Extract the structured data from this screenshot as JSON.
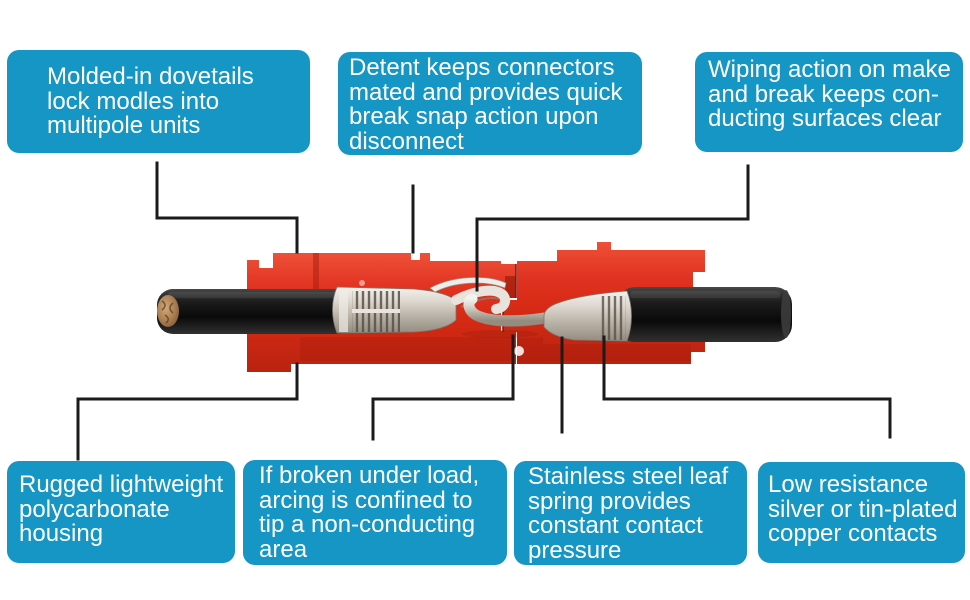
{
  "figure": {
    "alt": "Cutaway cross-section of two mated red connector housings with black cables, crimped silver contacts and interlocking leaf-spring blades"
  },
  "colors": {
    "callout_bg": "#1596c4",
    "callout_text": "#ffffff",
    "housing_red": "#dd2e17",
    "housing_red_dark": "#a51c0b",
    "cable_black": "#0d0d0d",
    "contact_silver": "#ddd8d0",
    "copper": "#a87c50",
    "leader_line": "#1b1b1b",
    "background": "#ffffff"
  },
  "callouts": {
    "top": [
      {
        "text": "Molded-in dovetails\nlock modles into\nmultipole units"
      },
      {
        "text": "Detent keeps connectors\nmated and provides quick\nbreak snap action upon\ndisconnect"
      },
      {
        "text": "Wiping action on make\nand break keeps con-\nducting surfaces clear"
      }
    ],
    "bottom": [
      {
        "text": "Rugged lightweight\npolycarbonate\nhousing"
      },
      {
        "text": "If broken under load,\narcing is confined to\ntip a non-conducting\narea"
      },
      {
        "text": "Stainless steel leaf\nspring provides\nconstant contact\npressure"
      },
      {
        "text": "Low resistance\nsilver or tin-plated\ncopper contacts"
      }
    ]
  }
}
